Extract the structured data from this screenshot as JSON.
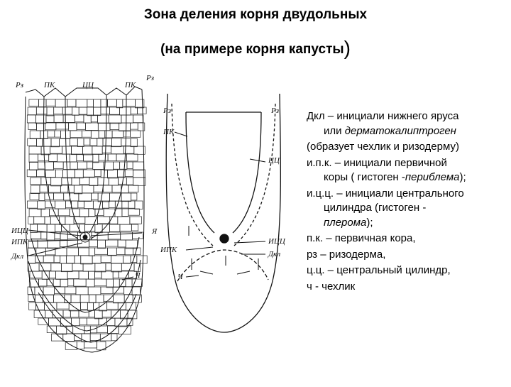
{
  "title": {
    "line1": "Зона деления корня двудольных",
    "line2": "(на примере корня капусты",
    "line2_paren": ")"
  },
  "figure_left": {
    "labels": {
      "rz_left": "Рз",
      "pk_left": "ПК",
      "tsts": "ЦЦ",
      "pk_right": "ПК",
      "rz_right": "Рз",
      "itsts": "ИЦЦ",
      "ipk": "ИПК",
      "dkl": "Дкл",
      "ya": "Я",
      "ch": "Ч"
    }
  },
  "figure_right": {
    "labels": {
      "rz_left": "Рз",
      "pk": "ПК",
      "rz_right": "Рз",
      "tsts": "ЦЦ",
      "itsts": "ИЦЦ",
      "ipk": "ИПК",
      "dkl": "Дкл",
      "ch": "Ч"
    }
  },
  "legend": {
    "e1_a": "Дкл – инициали нижнего яруса",
    "e1_b": "или ",
    "e1_b_italic": "дерматокалиптроген",
    "e2": "(образует чехлик и ризодерму)",
    "e3_a": "и.п.к. – инициали первичной",
    "e3_b": "коры ( гистоген -",
    "e3_b_italic": "периблема",
    "e3_b_end": ");",
    "e4_a": "и.ц.ц. – инициали центрального",
    "e4_b": "цилиндра (гистоген -",
    "e4_c_italic": "плерома",
    "e4_c_end": ");",
    "e5": "п.к. – первичная кора,",
    "e6": "рз – ризодерма,",
    "e7": "ц.ц. – центральный цилиндр,",
    "e8": "ч - чехлик"
  }
}
